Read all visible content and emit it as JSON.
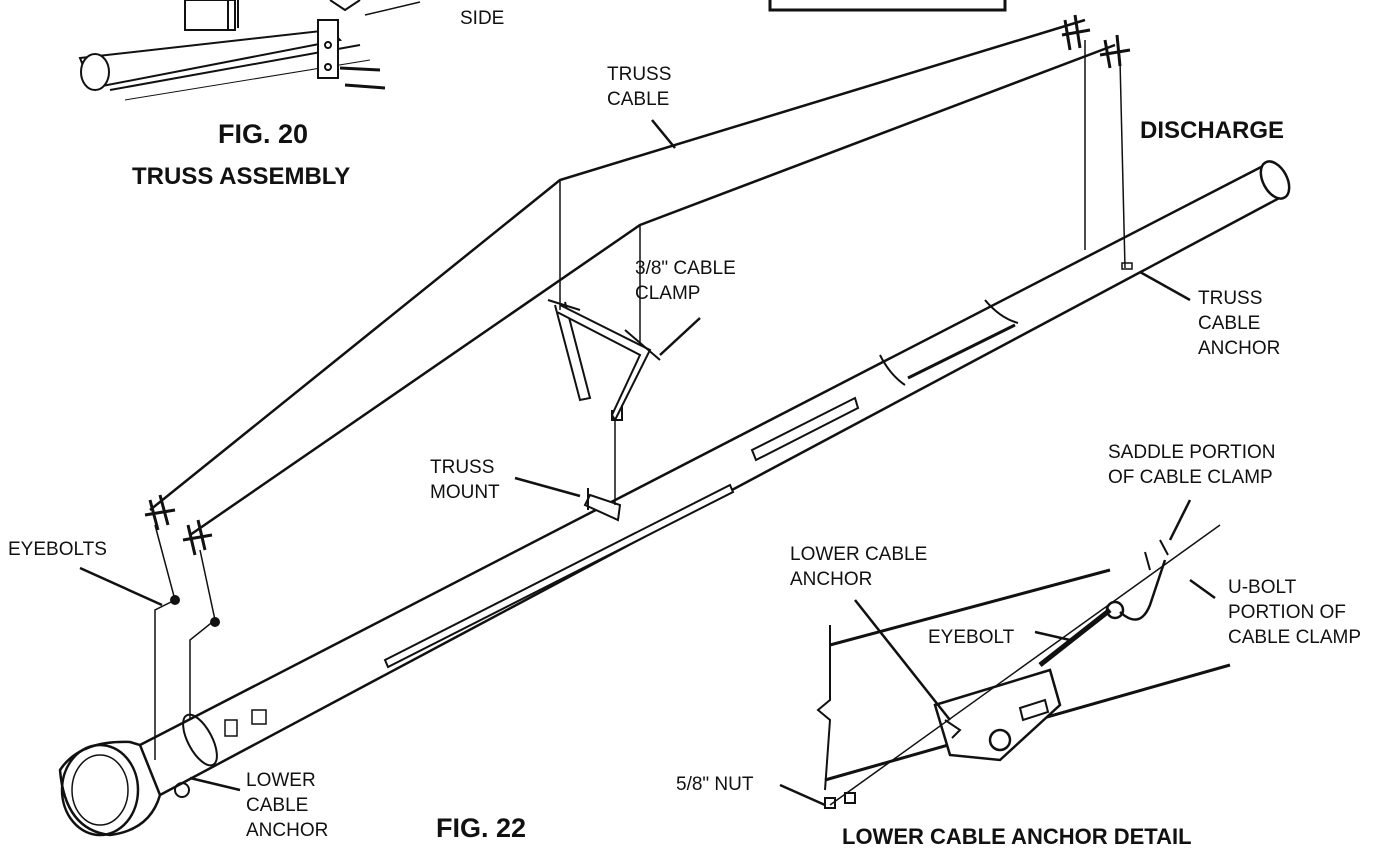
{
  "fig20": {
    "side_label": "SIDE",
    "caption": "FIG. 20",
    "subcaption": "TRUSS ASSEMBLY"
  },
  "fig22": {
    "discharge": "DISCHARGE",
    "truss_cable": [
      "TRUSS",
      "CABLE"
    ],
    "cable_clamp": [
      "3/8\" CABLE",
      "CLAMP"
    ],
    "truss_cable_anchor": [
      "TRUSS",
      "CABLE",
      "ANCHOR"
    ],
    "truss_mount": [
      "TRUSS",
      "MOUNT"
    ],
    "eyebolts": "EYEBOLTS",
    "lower_cable_anchor_main": [
      "LOWER",
      "CABLE",
      "ANCHOR"
    ],
    "caption": "FIG. 22"
  },
  "detail": {
    "saddle": [
      "SADDLE PORTION",
      "OF CABLE CLAMP"
    ],
    "lower_cable_anchor": [
      "LOWER CABLE",
      "ANCHOR"
    ],
    "u_bolt": [
      "U-BOLT",
      "PORTION OF",
      "CABLE CLAMP"
    ],
    "eyebolt": "EYEBOLT",
    "nut": "5/8\" NUT",
    "caption": "LOWER CABLE ANCHOR DETAIL"
  }
}
